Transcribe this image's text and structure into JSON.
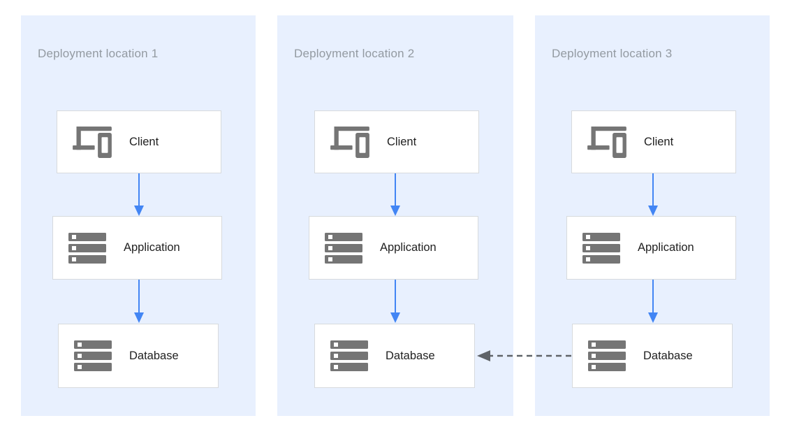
{
  "panels": [
    {
      "title": "Deployment location 1",
      "nodes": [
        {
          "label": "Client",
          "icon": "client-devices-icon"
        },
        {
          "label": "Application",
          "icon": "server-stack-icon"
        },
        {
          "label": "Database",
          "icon": "server-stack-icon"
        }
      ]
    },
    {
      "title": "Deployment location 2",
      "nodes": [
        {
          "label": "Client",
          "icon": "client-devices-icon"
        },
        {
          "label": "Application",
          "icon": "server-stack-icon"
        },
        {
          "label": "Database",
          "icon": "server-stack-icon"
        }
      ]
    },
    {
      "title": "Deployment location 3",
      "nodes": [
        {
          "label": "Client",
          "icon": "client-devices-icon"
        },
        {
          "label": "Application",
          "icon": "server-stack-icon"
        },
        {
          "label": "Database",
          "icon": "server-stack-icon"
        }
      ]
    }
  ],
  "edges": [
    {
      "from": "client-1",
      "to": "application-1",
      "style": "solid"
    },
    {
      "from": "application-1",
      "to": "database-1",
      "style": "solid"
    },
    {
      "from": "client-2",
      "to": "application-2",
      "style": "solid"
    },
    {
      "from": "application-2",
      "to": "database-2",
      "style": "solid"
    },
    {
      "from": "client-3",
      "to": "application-3",
      "style": "solid"
    },
    {
      "from": "application-3",
      "to": "database-3",
      "style": "solid"
    },
    {
      "from": "database-3",
      "to": "database-2",
      "style": "dashed"
    }
  ],
  "colors": {
    "panel_bg": "#e8f0fe",
    "panel_title": "#939aa1",
    "box_bg": "#ffffff",
    "box_border": "#d7dadd",
    "box_text": "#212121",
    "icon_gray": "#757575",
    "arrow_blue": "#4285f4",
    "arrow_dashed": "#5f6368"
  }
}
